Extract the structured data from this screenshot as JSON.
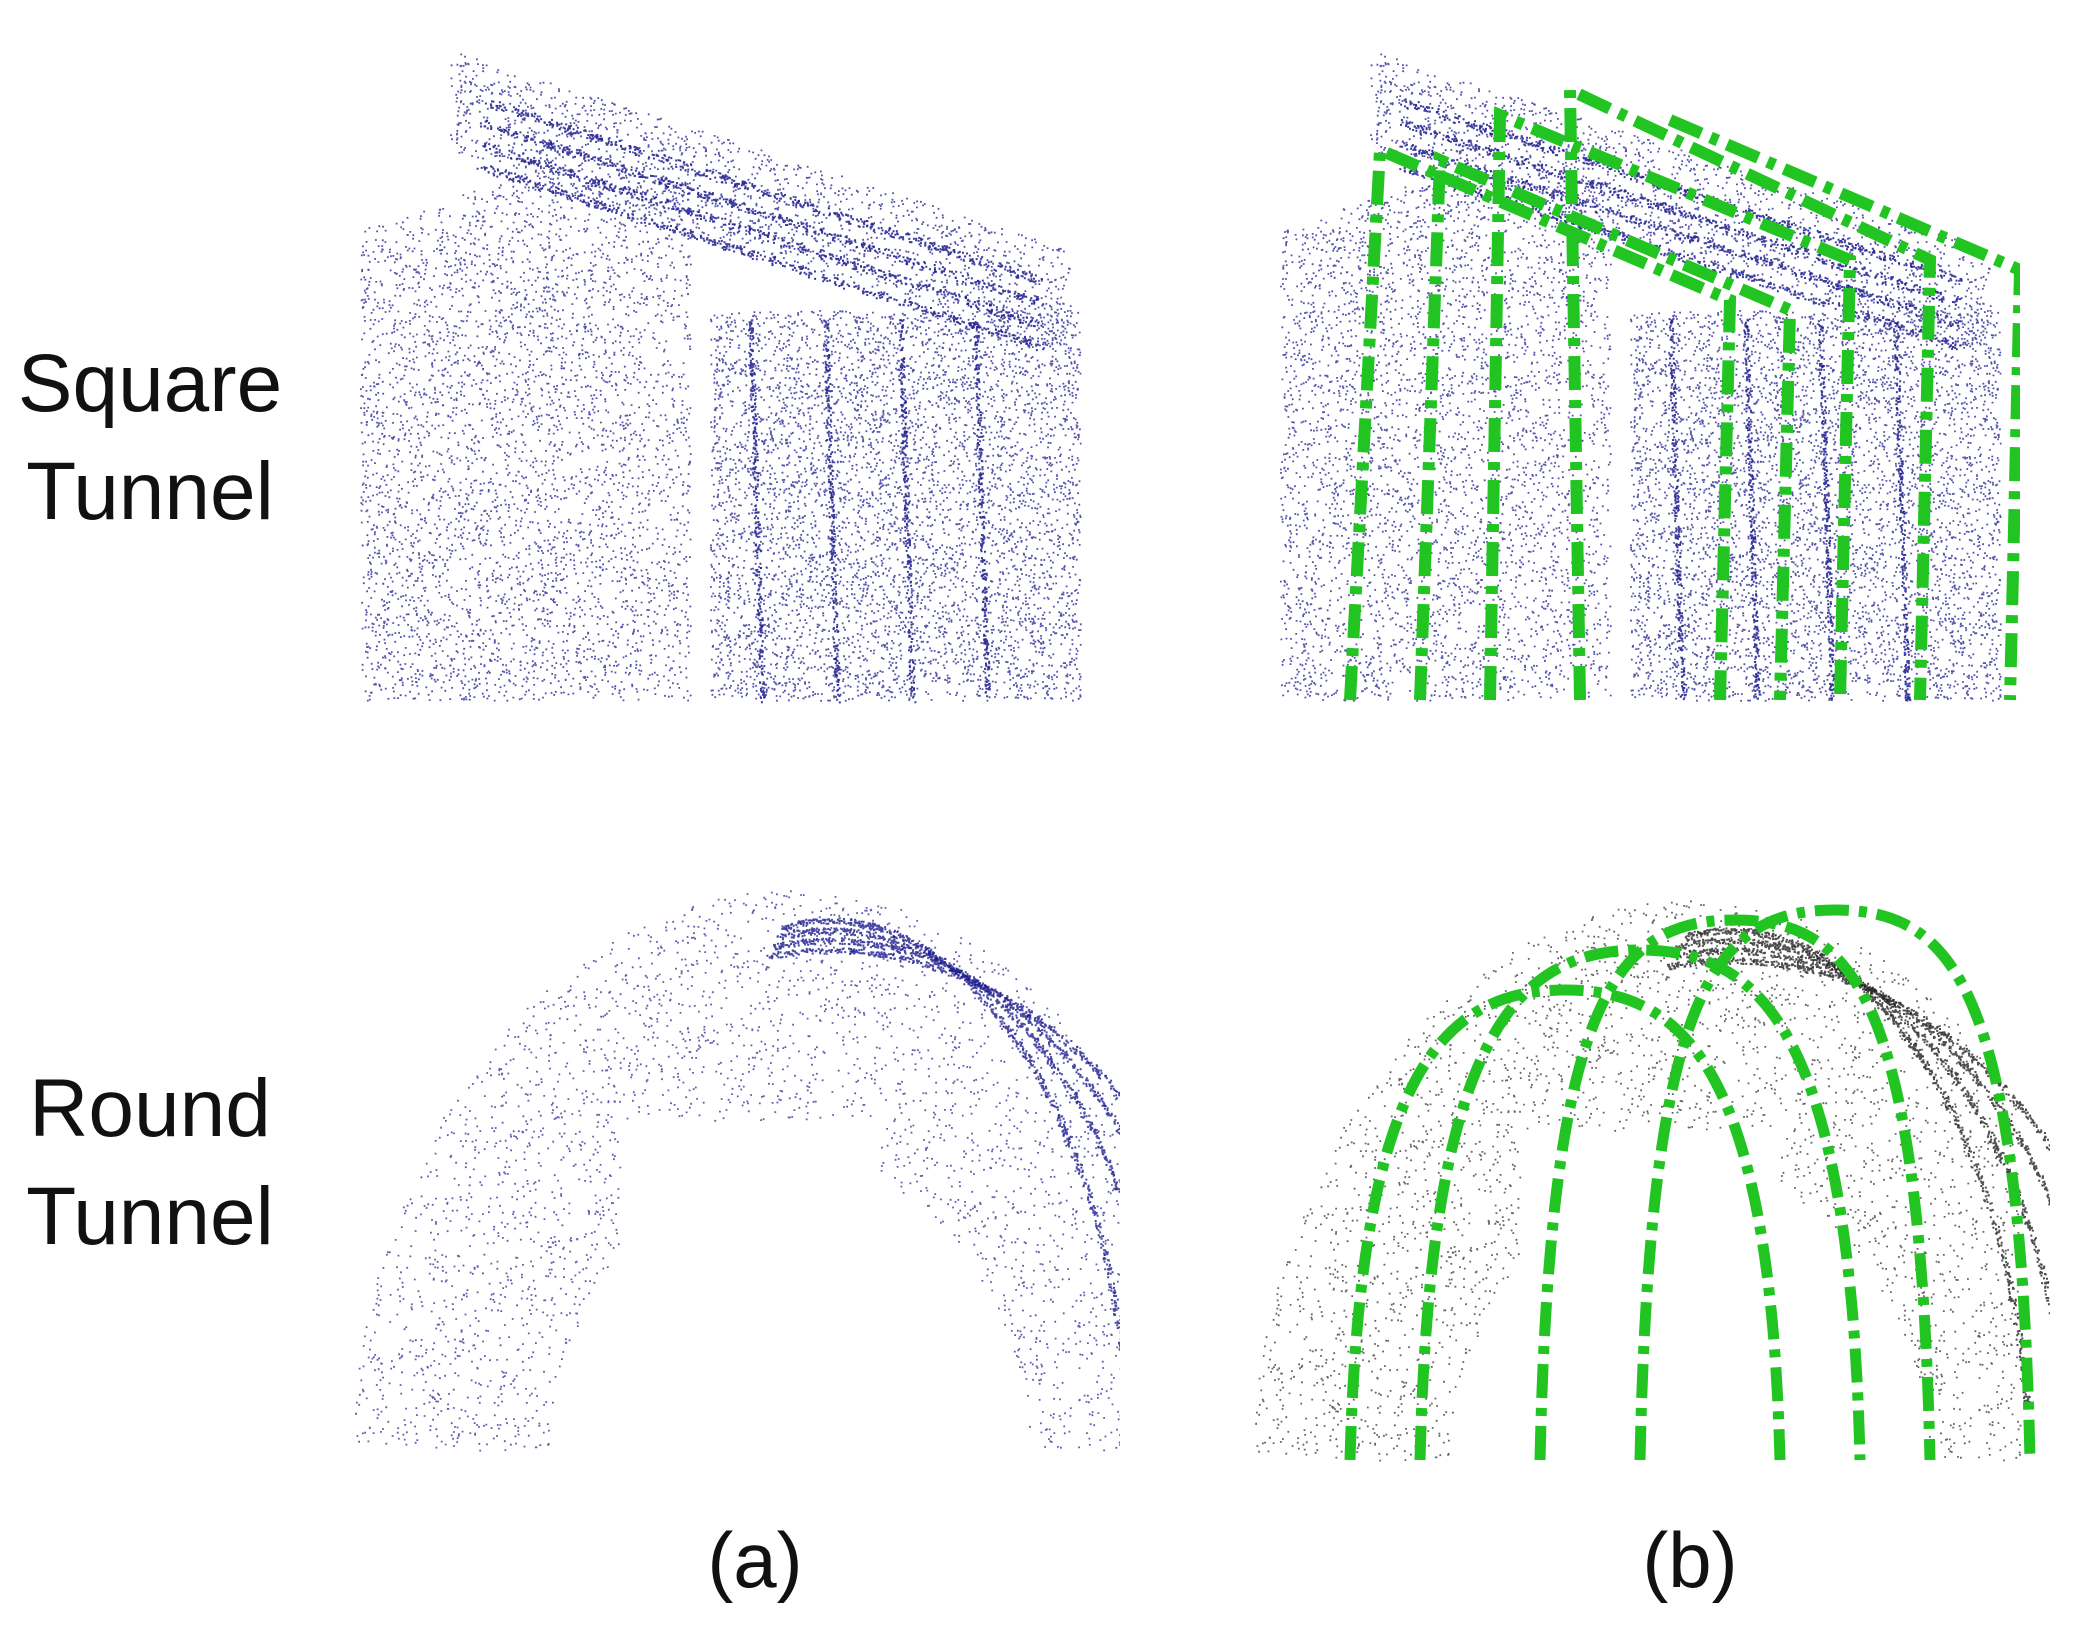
{
  "rows": [
    {
      "label_line1": "Square",
      "label_line2": "Tunnel"
    },
    {
      "label_line1": "Round",
      "label_line2": "Tunnel"
    }
  ],
  "columns": [
    {
      "caption": "(a)"
    },
    {
      "caption": "(b)"
    }
  ],
  "colors": {
    "point_cloud_blue": "#1a1a8c",
    "point_cloud_black": "#222222",
    "fit_line_green": "#22c422"
  }
}
